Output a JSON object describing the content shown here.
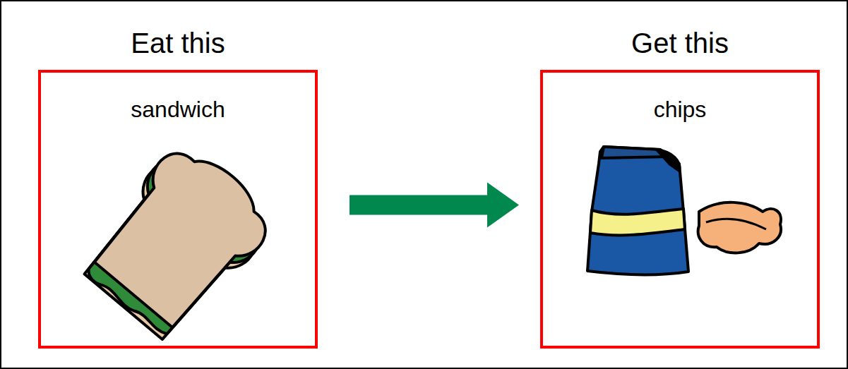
{
  "diagram": {
    "nodes": [
      {
        "text": [
          "Eat this",
          "sandwich"
        ]
      },
      {
        "text": [
          "Get this",
          "chips"
        ]
      }
    ],
    "edges": [
      {
        "from": 0,
        "to": 1,
        "arrow": "to"
      }
    ]
  }
}
